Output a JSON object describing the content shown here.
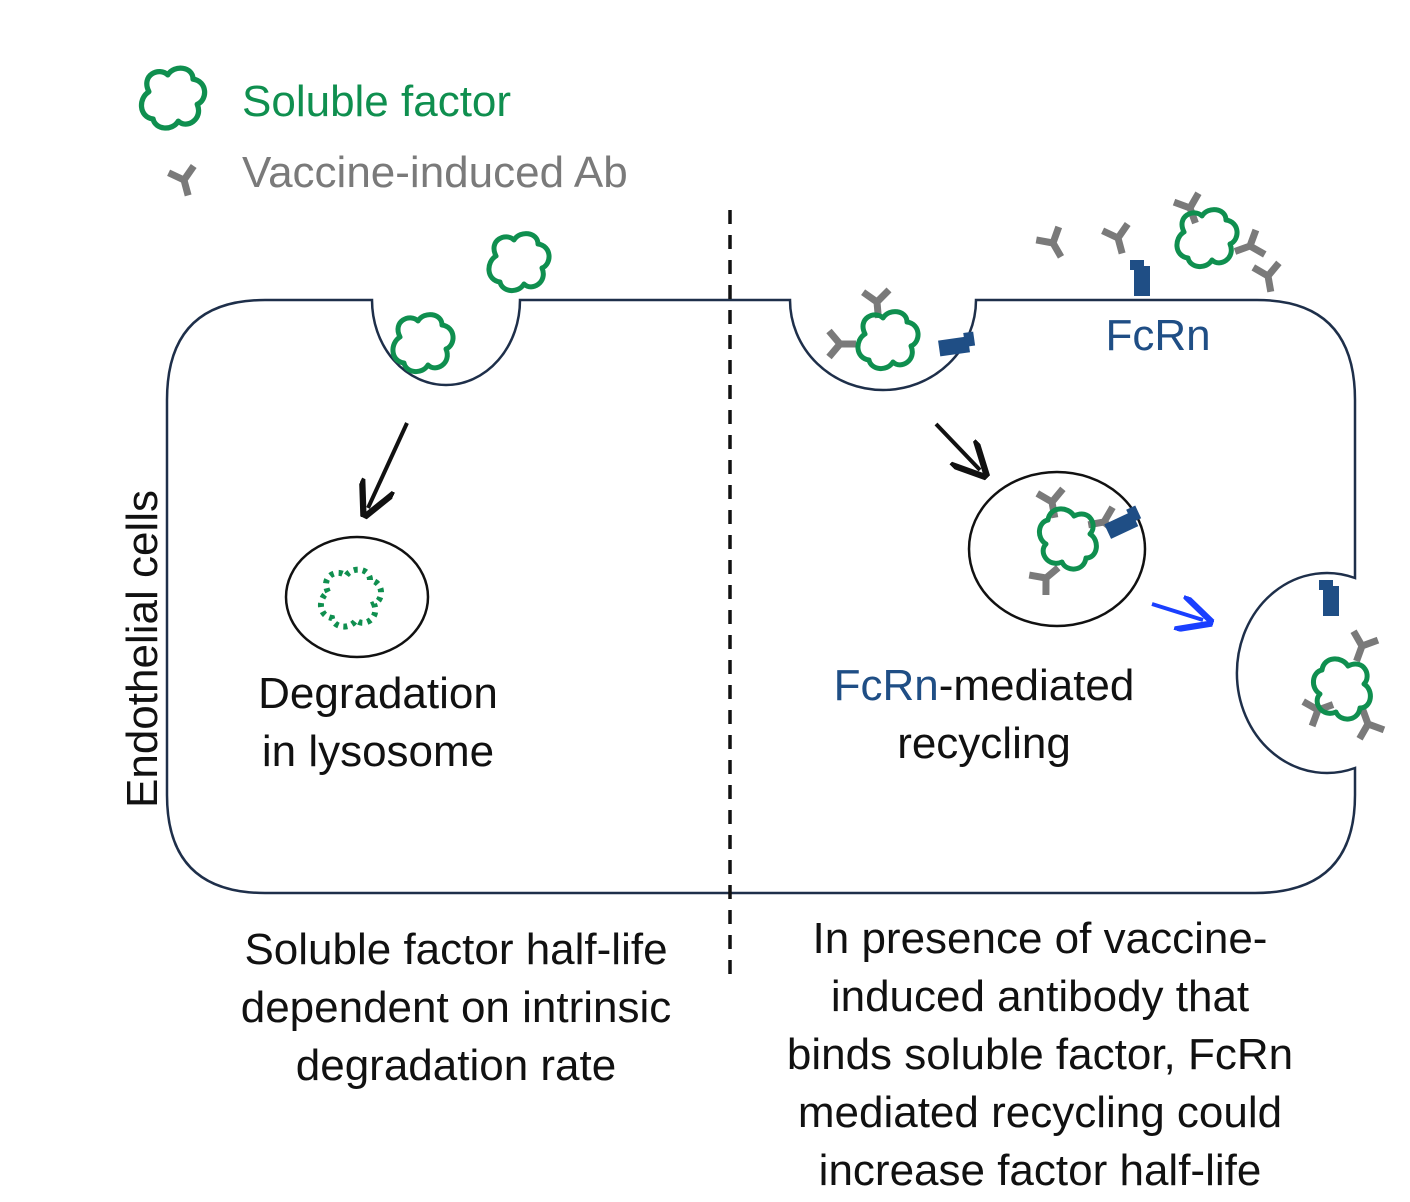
{
  "colors": {
    "factor": "#0f8f4f",
    "antibody": "#808080",
    "fcrn": "#1f4e85",
    "membrane": "#1e2f4a",
    "recycle_arrow": "#1a3fff",
    "text": "#111111"
  },
  "legend": {
    "soluble_factor": "Soluble factor",
    "vaccine_ab": "Vaccine-induced Ab"
  },
  "side_label": "Endothelial cells",
  "left": {
    "process": [
      "Degradation",
      "in lysosome"
    ],
    "caption": [
      "Soluble factor half-life",
      "dependent on intrinsic",
      "degradation rate"
    ]
  },
  "right": {
    "receptor": "FcRn",
    "process_prefix": "FcRn",
    "process_suffix": "-mediated",
    "process_line2": "recycling",
    "caption": [
      "In presence of vaccine-",
      "induced antibody that",
      "binds soluble factor, FcRn",
      "mediated recycling could",
      "increase factor half-life"
    ]
  }
}
